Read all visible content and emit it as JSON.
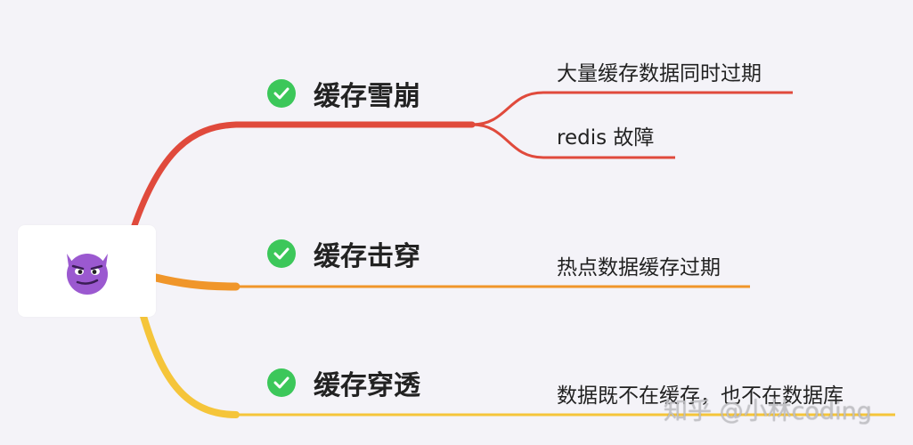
{
  "root": {
    "icon": "devil-face-icon"
  },
  "topics": [
    {
      "label": "缓存雪崩",
      "color": "#e04a3c",
      "leaves": [
        "大量缓存数据同时过期",
        "redis 故障"
      ]
    },
    {
      "label": "缓存击穿",
      "color": "#f0962a",
      "leaves": [
        "热点数据缓存过期"
      ]
    },
    {
      "label": "缓存穿透",
      "color": "#f5c53a",
      "leaves": [
        "数据既不在缓存，也不在数据库"
      ]
    }
  ],
  "watermark": "知乎 @小林coding"
}
